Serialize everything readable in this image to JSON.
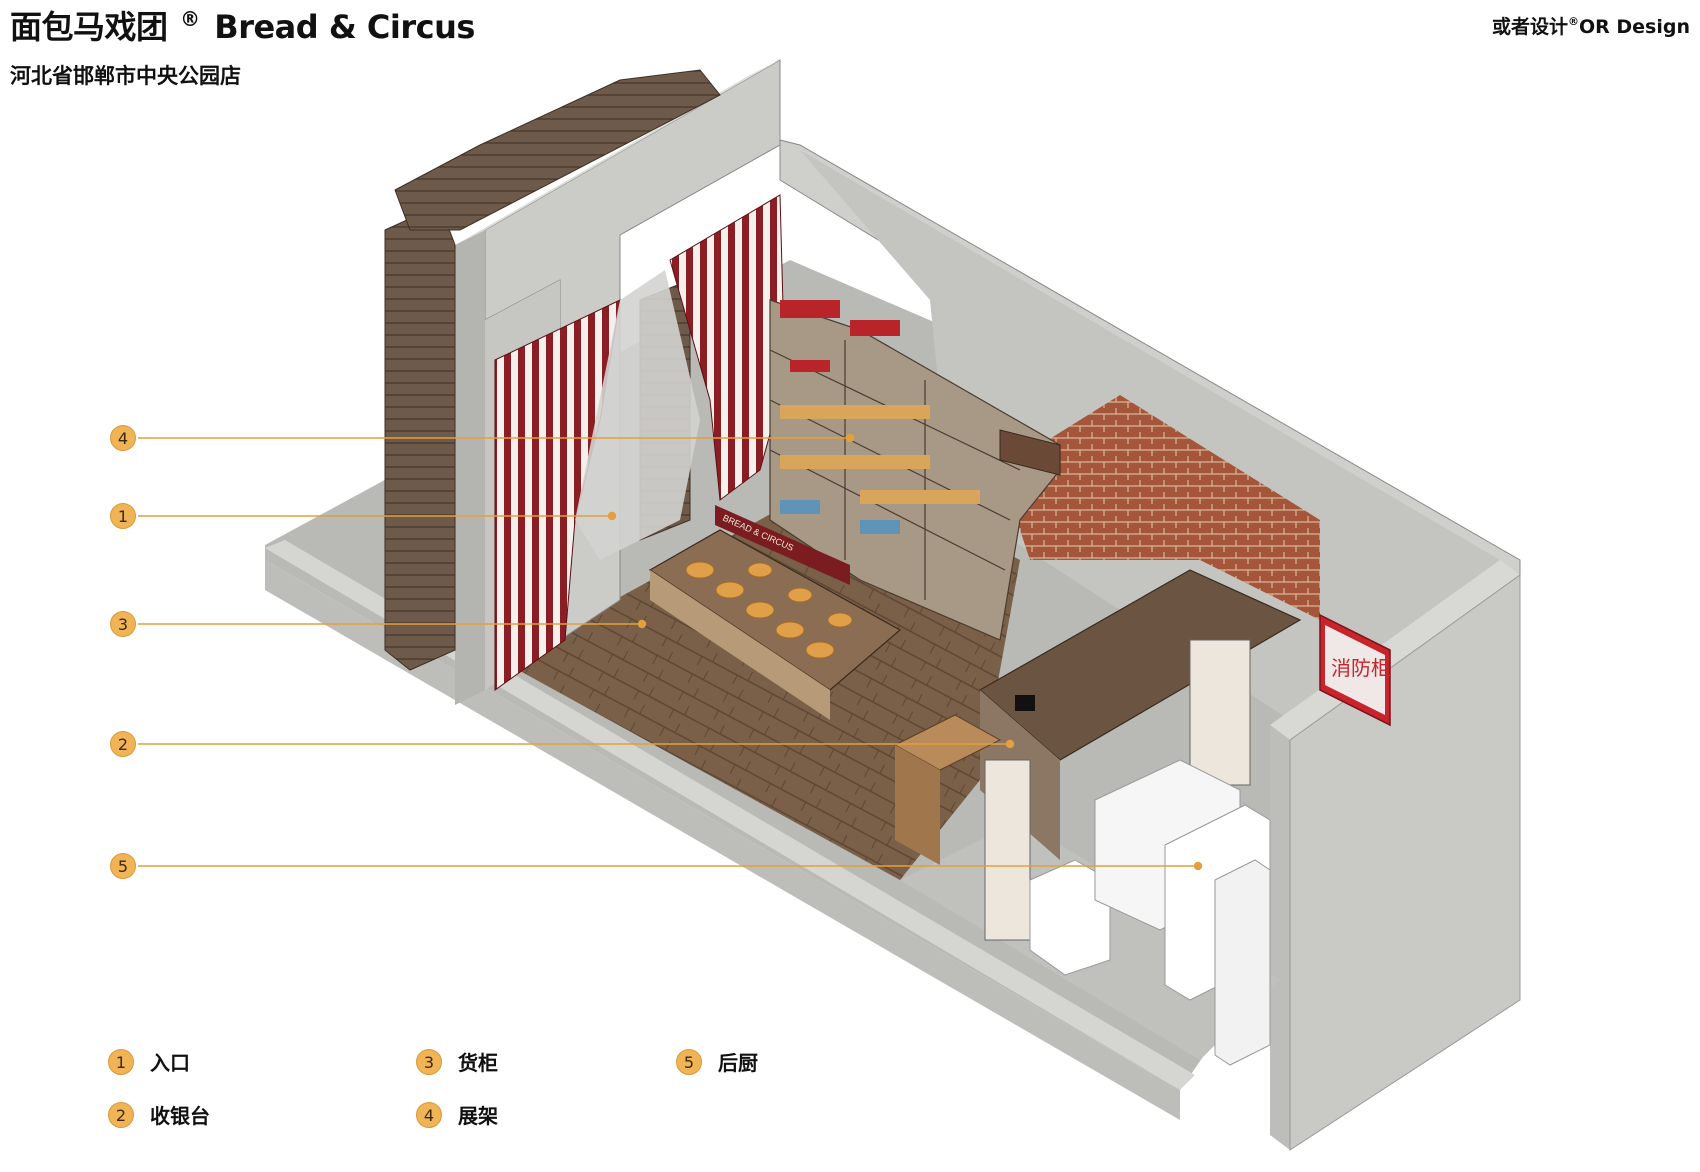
{
  "header": {
    "title_cn": "面包马戏团",
    "title_mark": "®",
    "title_en": "Bread & Circus",
    "subtitle": "河北省邯郸市中央公园店",
    "brand_cn": "或者设计",
    "brand_mark": "®",
    "brand_en": "OR Design"
  },
  "callouts": [
    "4",
    "1",
    "3",
    "2",
    "5"
  ],
  "legend": [
    {
      "num": "1",
      "label": "入口"
    },
    {
      "num": "2",
      "label": "收银台"
    },
    {
      "num": "3",
      "label": "货柜"
    },
    {
      "num": "4",
      "label": "展架"
    },
    {
      "num": "5",
      "label": "后厨"
    }
  ],
  "scene_text": {
    "fire_cabinet": "消防柜",
    "sign": "BREAD & CIRCUS"
  },
  "colors": {
    "accent": "#f0b355",
    "leader": "#e3a03c",
    "concrete": "#c9c9c6",
    "wood_floor": "#7a6048",
    "curtain_red": "#8b1e24",
    "brick": "#a4553a",
    "fire_red": "#c8242b"
  }
}
